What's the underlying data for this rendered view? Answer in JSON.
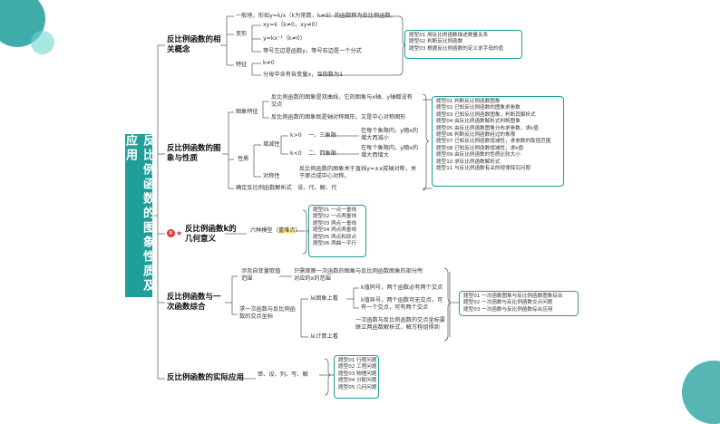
{
  "root_title": "反比例函数的图象性质及应用",
  "branch1": {
    "title": "反比例函数的相关概念",
    "definition": "一般地，形如y=k/x（k为常数，k≠0）的函数称为反比例函数。",
    "label_variant": "变形",
    "variant1": "xy=k（k≠0，xy≠0）",
    "variant2": "y=kx⁻¹（k≠0）",
    "variant3": "等号左边是函数y，等号右边是一个分式",
    "label_feature": "特征",
    "feature1": "k≠0",
    "feature2": "分母中含有自变量x，且指数为1",
    "types": [
      "题型01 用反比例函数描述数量关系",
      "题型02 判断反比例函数",
      "题型03 根据反比例函数的定义求字母的值"
    ]
  },
  "branch2": {
    "title": "反比例函数的图象与性质",
    "label_image": "图象特征",
    "image1": "反比例函数的图象是双曲线，它的图象与x轴、y轴都没有交点",
    "image2": "反比例函数的图象既是轴对称图形，又是中心对称图形",
    "label_property": "性质",
    "label_increase": "增减性",
    "k_pos": "k>0",
    "quad_pos": "一、三象限",
    "desc_pos": "在每个象限内，y随x的增大而减小",
    "k_neg": "k<0",
    "quad_neg": "二、四象限",
    "desc_neg": "在每个象限内，y随x的增大而增大",
    "label_symmetry": "对称性",
    "symmetry": "反比例函数的图象关于直线y=±x成轴对称，关于原点成中心对称。",
    "method": "确定反比例函数解析式　设、代、解、代",
    "types": [
      "题型01 判断反比例函数图象",
      "题型02 已知反比例函数的图象求参数",
      "题型03 已知反比例函数图象，判断其解析式",
      "题型04 由反比例函数解析式判断图象",
      "题型05 由反比例函数图象分布求参数，求k值",
      "题型06 判断反比例函数经过的象限",
      "题型07 已知反比例函数增减性，求参数的取值范围",
      "题型08 已知反比例函数增减性，求k值",
      "题型09 由反比例函数的性质比较大小",
      "题型10 求反比例函数解析式",
      "题型11 与反比例函数有关的规律探究问题"
    ]
  },
  "branch3": {
    "title": "反比例函数k的几何意义",
    "badge": "①",
    "model_prefix": "六种模型（",
    "model_hl": "重难点",
    "model_suffix": "）",
    "types": [
      "题型01 一点一垂线",
      "题型02 一点两垂线",
      "题型03 两点一垂线",
      "题型04 两点两垂线",
      "题型05 两点和原点",
      "题型06 两曲一平行"
    ]
  },
  "branch4": {
    "title": "反比例函数与一次函数综合",
    "involve": "涉及自变量取值范围",
    "involve_desc": "只需观察一次函数的图象与反比例函数图象的部分所对应的x的范围",
    "intersect": "求一次函数与反比例函数的交点坐标",
    "from_graph": "从图象上看",
    "k_same": "k值同号，两个函数必有两个交点",
    "k_diff": "k值异号，两个函数可无交点，可有一个交点，可有两个交点",
    "solve_desc": "一次函数与反比例函数的交点坐标要联立两函数解析式，解方程组得到",
    "from_calc": "从计算上看",
    "types": [
      "题型01 一次函数图象与反比例函数图象综合",
      "题型02 一次函数与反比例函数交点问题",
      "题型03 一次函数与反比例函数综合应用"
    ]
  },
  "branch5": {
    "title": "反比例函数的实际应用",
    "steps": "审、设、列、写、解",
    "types": [
      "题型01 行程问题",
      "题型02 工程问题",
      "题型03 物理问题",
      "题型04 分配问题",
      "题型05 几何问题"
    ]
  }
}
